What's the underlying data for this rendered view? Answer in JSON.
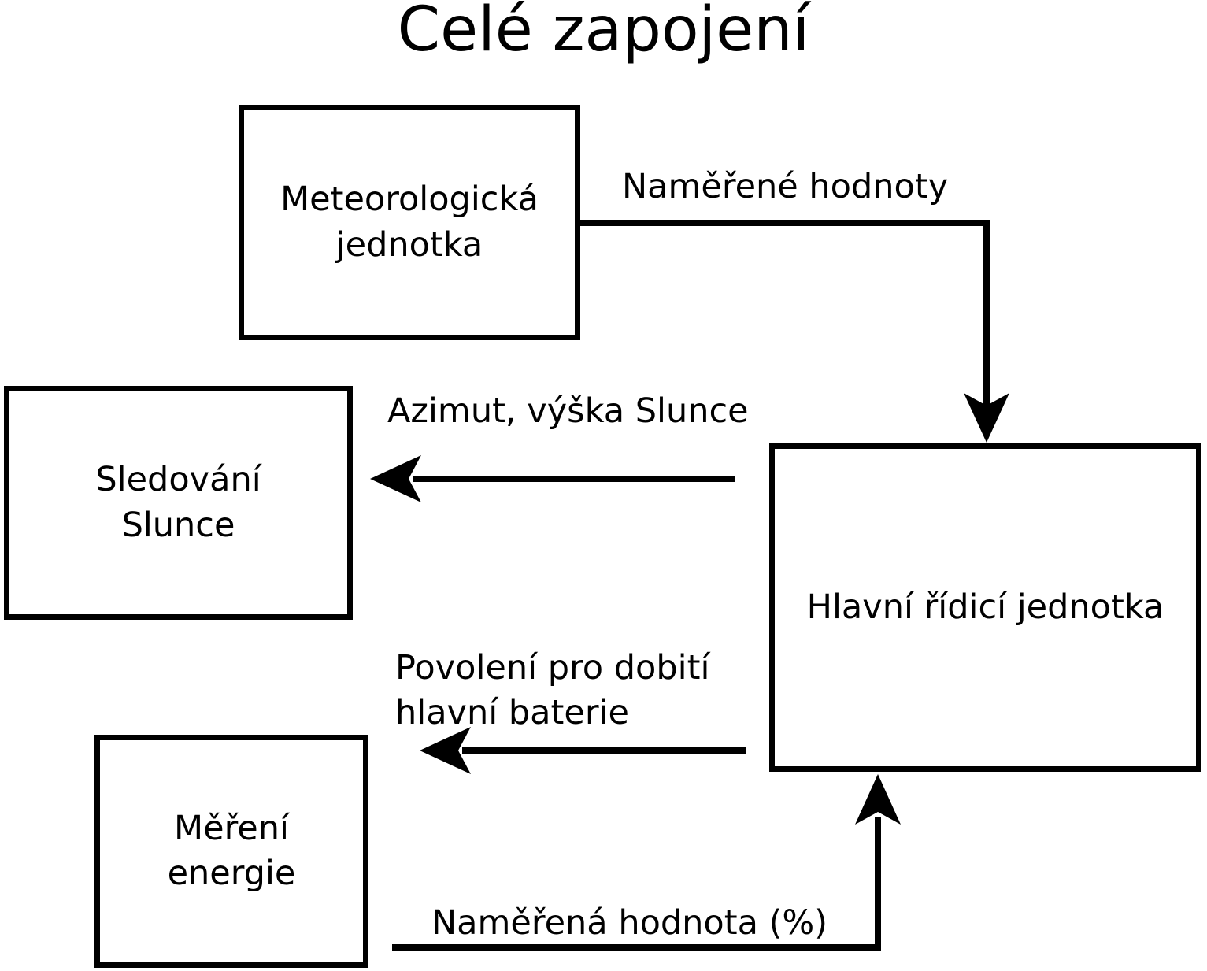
{
  "title": "Celé zapojení",
  "colors": {
    "background": "#ffffff",
    "stroke": "#000000",
    "text": "#000000"
  },
  "nodes": {
    "meteo": {
      "label": "Meteorologická\njednotka"
    },
    "sledovani": {
      "label": "Sledování\nSlunce"
    },
    "mereni": {
      "label": "Měření\nenergie"
    },
    "hlavni": {
      "label": "Hlavní řídicí jednotka"
    }
  },
  "edges": {
    "namerene": {
      "label": "Naměřené hodnoty",
      "from": "meteo",
      "to": "hlavni",
      "direction": "down"
    },
    "azimut": {
      "label": "Azimut, výška Slunce",
      "from": "hlavni",
      "to": "sledovani",
      "direction": "left"
    },
    "povoleni": {
      "label": "Povolení pro dobití\nhlavní baterie",
      "from": "hlavni",
      "to": "mereni",
      "direction": "left"
    },
    "namerena": {
      "label": "Naměřená hodnota (%)",
      "from": "mereni",
      "to": "hlavni",
      "direction": "up"
    }
  }
}
